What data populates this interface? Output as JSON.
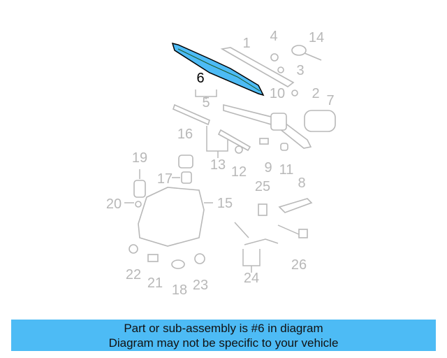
{
  "diagram": {
    "highlight_color": "#4dbbf5",
    "highlighted_part": "6",
    "labels": [
      "1",
      "2",
      "3",
      "4",
      "5",
      "6",
      "7",
      "8",
      "9",
      "10",
      "11",
      "12",
      "13",
      "14",
      "15",
      "16",
      "17",
      "18",
      "19",
      "20",
      "21",
      "22",
      "23",
      "24",
      "25",
      "26"
    ]
  },
  "banner": {
    "line1": "Part or sub-assembly is #6 in diagram",
    "line2": "Diagram may not be specific to your vehicle",
    "color": "#4dbbf5"
  }
}
